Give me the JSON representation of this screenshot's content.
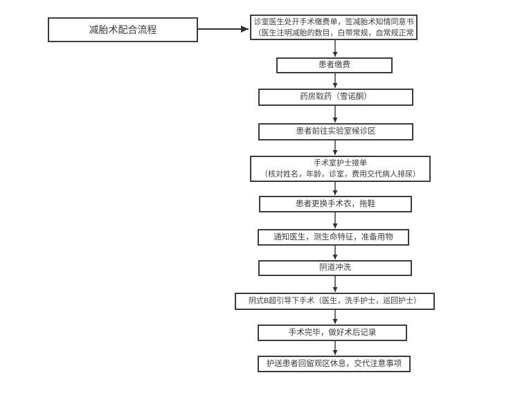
{
  "diagram": {
    "title": "减胎术配合流程",
    "nodes": [
      {
        "text": "诊室医生处开手术缴费单，签减胎术知情同意书\n（医生注明减胎的数目，白带常规，血常规正常"
      },
      {
        "text": "患者缴费"
      },
      {
        "text": "药房取药（雪诺酮）"
      },
      {
        "text": "患者前往实验室候诊区"
      },
      {
        "text": "手术室护士接单\n（核对姓名，年龄，诊室，费用交代病人排尿）"
      },
      {
        "text": "患者更换手术衣，拖鞋"
      },
      {
        "text": "通知医生，测生命特征，准备用物"
      },
      {
        "text": "阴道冲洗"
      },
      {
        "text": "阴式B超引导下手术（医生，洗手护士，巡回护士）"
      },
      {
        "text": "手术完毕，做好术后记录"
      },
      {
        "text": "护送患者回留观区休息，交代注意事项"
      }
    ],
    "colors": {
      "box_border": "#3c3c3c",
      "box_background": "#ffffff",
      "text": "#3c3c3c",
      "arrow": "#2f2f2f",
      "page_background": "#ffffff"
    }
  }
}
